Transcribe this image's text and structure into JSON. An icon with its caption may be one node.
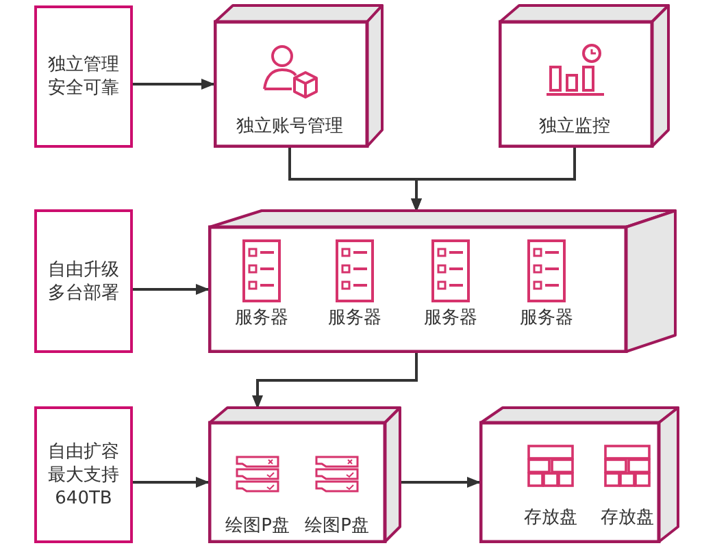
{
  "diagram": {
    "nodes": [
      {
        "text": [
          "独立管理安全可靠"
        ]
      },
      {
        "text": [
          "独立账号管理"
        ]
      },
      {
        "text": [
          "独立监控"
        ]
      },
      {
        "text": [
          "自由升级多台部署"
        ]
      },
      {
        "text": [],
        "shape": "box"
      },
      {
        "text": [
          "服务器"
        ],
        "in": 4
      },
      {
        "text": [
          "服务器"
        ],
        "in": 4
      },
      {
        "text": [
          "服务器"
        ],
        "in": 4
      },
      {
        "text": [
          "服务器"
        ],
        "in": 4
      },
      {
        "text": [
          "自由扩容最大支持640TB"
        ]
      },
      {
        "text": [],
        "shape": "box"
      },
      {
        "text": [
          "绘图P盘"
        ],
        "in": 10
      },
      {
        "text": [
          "绘图P盘"
        ],
        "in": 10
      },
      {
        "text": [],
        "shape": "box"
      },
      {
        "text": [
          "存放盘"
        ],
        "in": 13
      },
      {
        "text": [
          "存放盘"
        ],
        "in": 13
      }
    ],
    "edges": [
      {
        "from": 0,
        "to": 1,
        "arrow": "to"
      },
      {
        "from": 1,
        "to": 4,
        "arrow": "to"
      },
      {
        "from": 2,
        "to": 4,
        "arrow": "to"
      },
      {
        "from": 3,
        "to": 4,
        "arrow": "to"
      },
      {
        "from": 4,
        "to": 11,
        "arrow": "to"
      },
      {
        "from": 9,
        "to": 10,
        "arrow": "to"
      },
      {
        "from": 10,
        "to": 13,
        "arrow": "to"
      }
    ]
  }
}
